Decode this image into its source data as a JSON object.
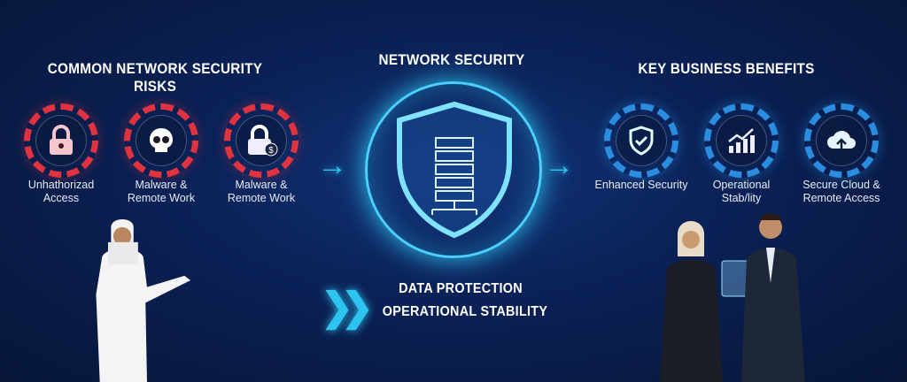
{
  "left": {
    "title": "COMMON NETWORK SECURITY RISKS",
    "items": [
      {
        "icon": "lock-icon",
        "label1": "Unhathorizad",
        "label2": "Access"
      },
      {
        "icon": "skull-icon",
        "label1": "Malware &",
        "label2": "Remote Work"
      },
      {
        "icon": "lock-dollar-icon",
        "label1": "Malware &",
        "label2": "Remote Work"
      }
    ]
  },
  "center": {
    "title": "NETWORK SECURITY",
    "line1": "DATA PROTECTION",
    "line2": "OPERATIONAL STABILITY"
  },
  "right": {
    "title": "KEY BUSINESS BENEFITS",
    "items": [
      {
        "icon": "shield-check-icon",
        "label1": "Enhanced Security",
        "label2": ""
      },
      {
        "icon": "growth-chart-icon",
        "label1": "Operational",
        "label2": "Stab/lity"
      },
      {
        "icon": "cloud-upload-icon",
        "label1": "Secure Cloud &",
        "label2": "Remote Access"
      }
    ]
  },
  "colors": {
    "risk": "#e0323f",
    "benefit": "#2a8de0",
    "accent": "#2ec4f0"
  }
}
